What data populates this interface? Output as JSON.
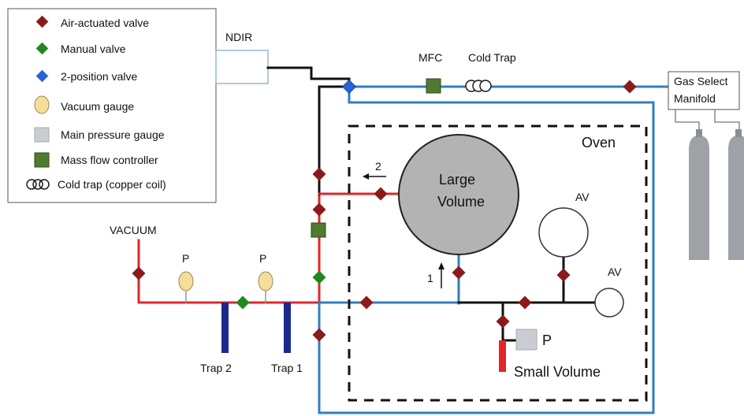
{
  "legend": {
    "items": [
      {
        "label": "Air-actuated valve",
        "icon": "air-actuated-valve-icon",
        "color": "#8b1a1a"
      },
      {
        "label": "Manual valve",
        "icon": "manual-valve-icon",
        "color": "#1e8a1e"
      },
      {
        "label": "2-position valve",
        "icon": "two-position-valve-icon",
        "color": "#2a62d8"
      },
      {
        "label": "Vacuum gauge",
        "icon": "vacuum-gauge-icon",
        "color": "#f7dd9a"
      },
      {
        "label": "Main pressure gauge",
        "icon": "main-pressure-gauge-icon",
        "color": "#c9ccd3"
      },
      {
        "label": "Mass flow controller",
        "icon": "mass-flow-controller-icon",
        "color": "#4f7a32"
      },
      {
        "label": "Cold trap (copper coil)",
        "icon": "cold-trap-icon",
        "color": "#111111"
      }
    ]
  },
  "labels": {
    "ndir": "NDIR",
    "mfc": "MFC",
    "cold_trap": "Cold Trap",
    "gas_select_1": "Gas Select",
    "gas_select_2": "Manifold",
    "oven": "Oven",
    "large_volume_1": "Large",
    "large_volume_2": "Volume",
    "av_top": "AV",
    "av_right": "AV",
    "vacuum": "VACUUM",
    "p_gauge_1": "P",
    "p_gauge_2": "P",
    "trap_2": "Trap 2",
    "trap_1": "Trap 1",
    "arrow_2": "2",
    "arrow_1": "1",
    "main_gauge_p": "P",
    "small_volume": "Small Volume"
  },
  "colors": {
    "red_line": "#e0262b",
    "blue_line": "#2f7fc1",
    "black_line": "#111111",
    "trap": "#1a2a8c",
    "cylinder": "#9ea2a6",
    "large_volume_fill": "#b3b3b3"
  }
}
